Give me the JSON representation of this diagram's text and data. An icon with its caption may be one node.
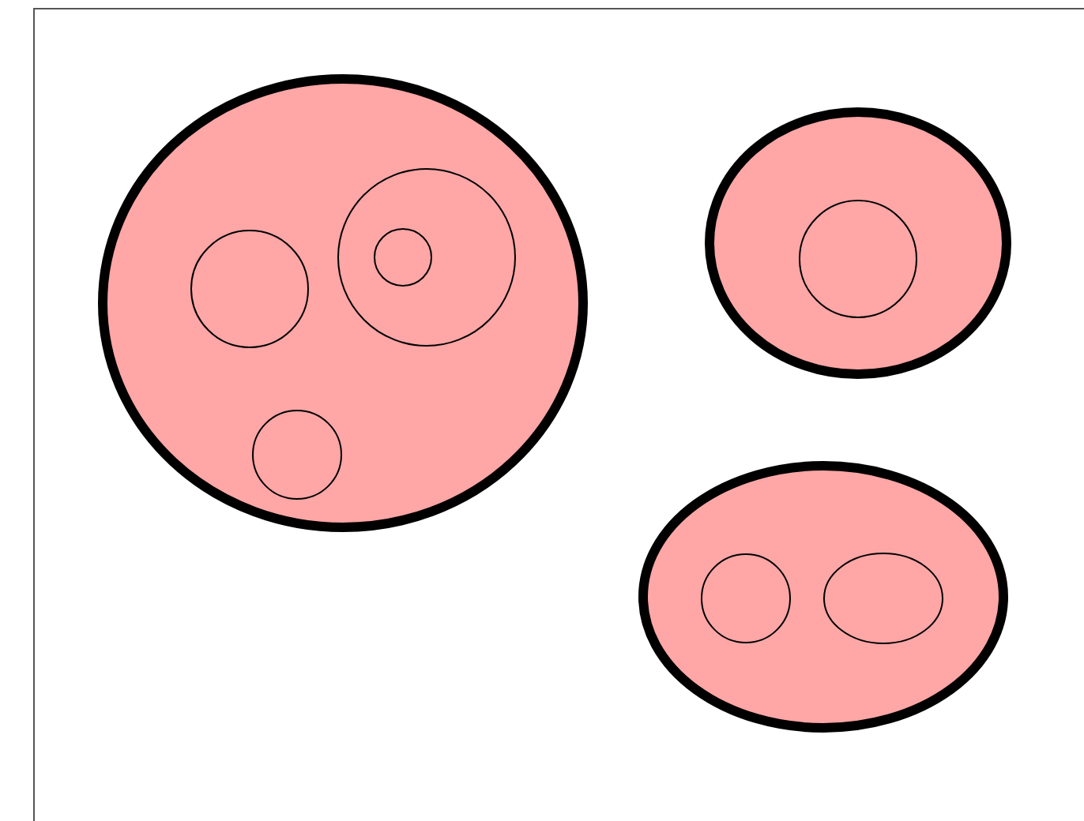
{
  "diagram": {
    "nodes": [
      {
        "text": [],
        "shape": "ellipse"
      },
      {
        "text": [],
        "shape": "circle",
        "in": 0
      },
      {
        "text": [],
        "shape": "circle",
        "in": 0
      },
      {
        "text": [],
        "shape": "circle",
        "in": 2
      },
      {
        "text": [],
        "shape": "circle",
        "in": 0
      },
      {
        "text": [],
        "shape": "ellipse"
      },
      {
        "text": [],
        "shape": "circle",
        "in": 5
      },
      {
        "text": [],
        "shape": "ellipse"
      },
      {
        "text": [],
        "shape": "circle",
        "in": 7
      },
      {
        "text": [],
        "shape": "ellipse",
        "in": 7
      }
    ]
  }
}
